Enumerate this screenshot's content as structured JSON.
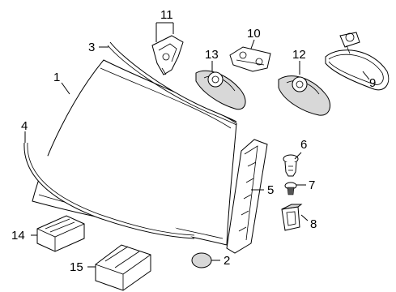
{
  "diagram": {
    "callouts": [
      {
        "id": "1",
        "label": "1"
      },
      {
        "id": "2",
        "label": "2"
      },
      {
        "id": "3",
        "label": "3"
      },
      {
        "id": "4",
        "label": "4"
      },
      {
        "id": "5",
        "label": "5"
      },
      {
        "id": "6",
        "label": "6"
      },
      {
        "id": "7",
        "label": "7"
      },
      {
        "id": "8",
        "label": "8"
      },
      {
        "id": "9",
        "label": "9"
      },
      {
        "id": "10",
        "label": "10"
      },
      {
        "id": "11",
        "label": "11"
      },
      {
        "id": "12",
        "label": "12"
      },
      {
        "id": "13",
        "label": "13"
      },
      {
        "id": "14",
        "label": "14"
      },
      {
        "id": "15",
        "label": "15"
      }
    ],
    "parts": [
      {
        "callout": "1",
        "part": "windshield-glass"
      },
      {
        "callout": "2",
        "part": "round-sensor-pad"
      },
      {
        "callout": "3",
        "part": "upper-windshield-molding"
      },
      {
        "callout": "4",
        "part": "side-windshield-molding"
      },
      {
        "callout": "5",
        "part": "a-pillar-trim-strip"
      },
      {
        "callout": "6",
        "part": "push-clip"
      },
      {
        "callout": "7",
        "part": "small-clip"
      },
      {
        "callout": "8",
        "part": "retainer-clip"
      },
      {
        "callout": "9",
        "part": "rear-view-mirror"
      },
      {
        "callout": "10",
        "part": "rain-sensor-bracket"
      },
      {
        "callout": "11",
        "part": "mirror-mount-bracket"
      },
      {
        "callout": "12",
        "part": "sensor-cover-right"
      },
      {
        "callout": "13",
        "part": "sensor-cover-left"
      },
      {
        "callout": "14",
        "part": "control-module"
      },
      {
        "callout": "15",
        "part": "module-housing"
      }
    ]
  }
}
